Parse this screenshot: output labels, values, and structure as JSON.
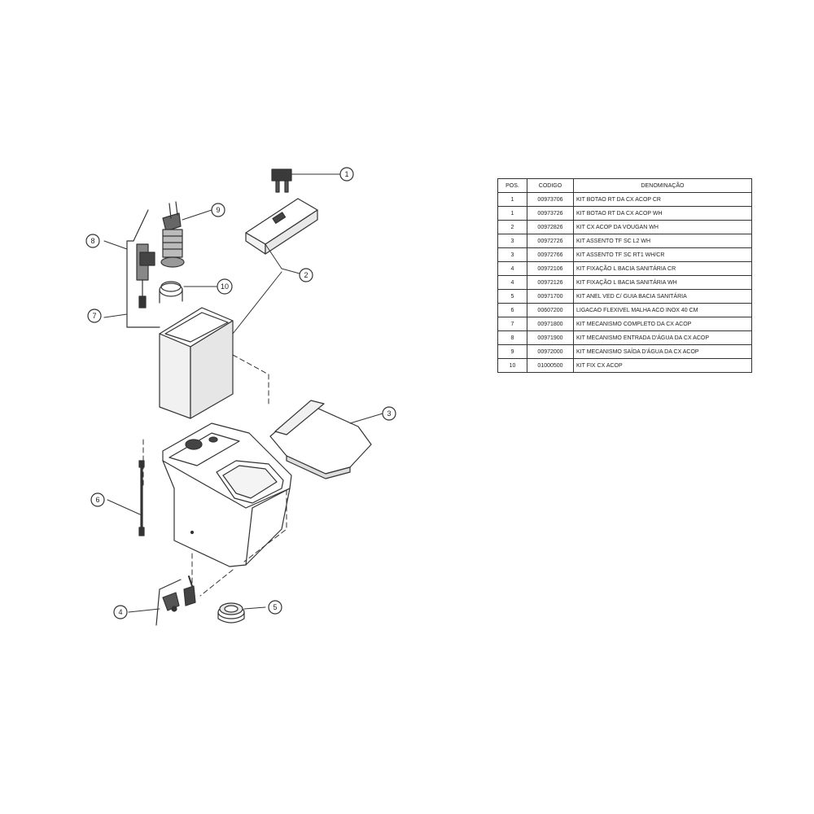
{
  "table": {
    "headers": {
      "pos": "POS.",
      "code": "CODIGO",
      "desc": "DENOMINAÇÃO"
    },
    "rows": [
      {
        "pos": "1",
        "code": "00973706",
        "desc": "KIT BOTAO RT DA CX ACOP CR"
      },
      {
        "pos": "1",
        "code": "00973726",
        "desc": "KIT BOTAO RT DA CX ACOP WH"
      },
      {
        "pos": "2",
        "code": "00972826",
        "desc": "KIT CX ACOP DA VOUGAN WH"
      },
      {
        "pos": "3",
        "code": "00972726",
        "desc": "KIT ASSENTO TF SC L2 WH"
      },
      {
        "pos": "3",
        "code": "00972766",
        "desc": "KIT ASSENTO TF SC RT1 WH/CR"
      },
      {
        "pos": "4",
        "code": "00972106",
        "desc": "KIT FIXAÇÃO L BACIA SANITÁRIA CR"
      },
      {
        "pos": "4",
        "code": "00972126",
        "desc": "KIT FIXAÇÃO L BACIA SANITÁRIA WH"
      },
      {
        "pos": "5",
        "code": "00971700",
        "desc": "KIT ANEL VED C/ GUIA BACIA SANITÁRIA"
      },
      {
        "pos": "6",
        "code": "00607200",
        "desc": "LIGACAO FLEXIVEL MALHA ACO INOX 40 CM"
      },
      {
        "pos": "7",
        "code": "00971800",
        "desc": "KIT MECANISMO COMPLETO DA CX ACOP"
      },
      {
        "pos": "8",
        "code": "00971900",
        "desc": "KIT MECANISMO ENTRADA D'ÁGUA DA CX ACOP"
      },
      {
        "pos": "9",
        "code": "00972000",
        "desc": "KIT MECANISMO SAÍDA D'ÁGUA DA CX ACOP"
      },
      {
        "pos": "10",
        "code": "01000500",
        "desc": "KIT FIX CX ACOP"
      }
    ]
  },
  "callouts": {
    "c1": "1",
    "c2": "2",
    "c3": "3",
    "c4": "4",
    "c5": "5",
    "c6": "6",
    "c7": "7",
    "c8": "8",
    "c9": "9",
    "c10": "10"
  }
}
